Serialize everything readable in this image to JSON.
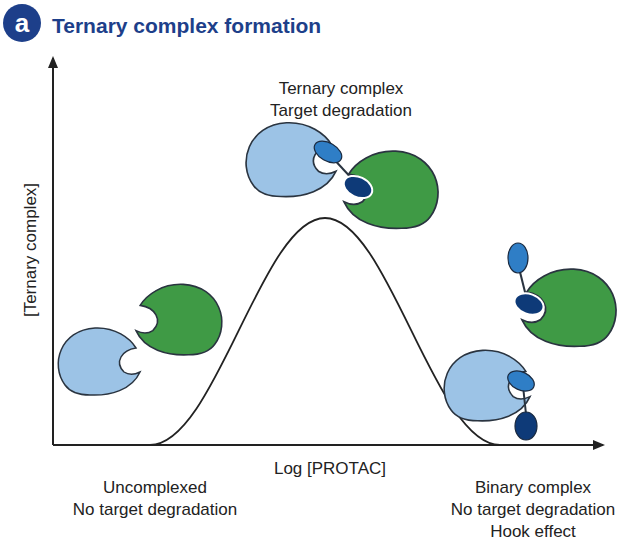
{
  "diagram": {
    "title": "Ternary complex formation",
    "labels": [
      "a",
      "[Ternary complex]",
      "Ternary complex",
      "Target degradation",
      "Log [PROTAC]",
      "Uncomplexed",
      "No target degradation",
      "Binary complex",
      "No target degradation",
      "Hook effect"
    ]
  }
}
